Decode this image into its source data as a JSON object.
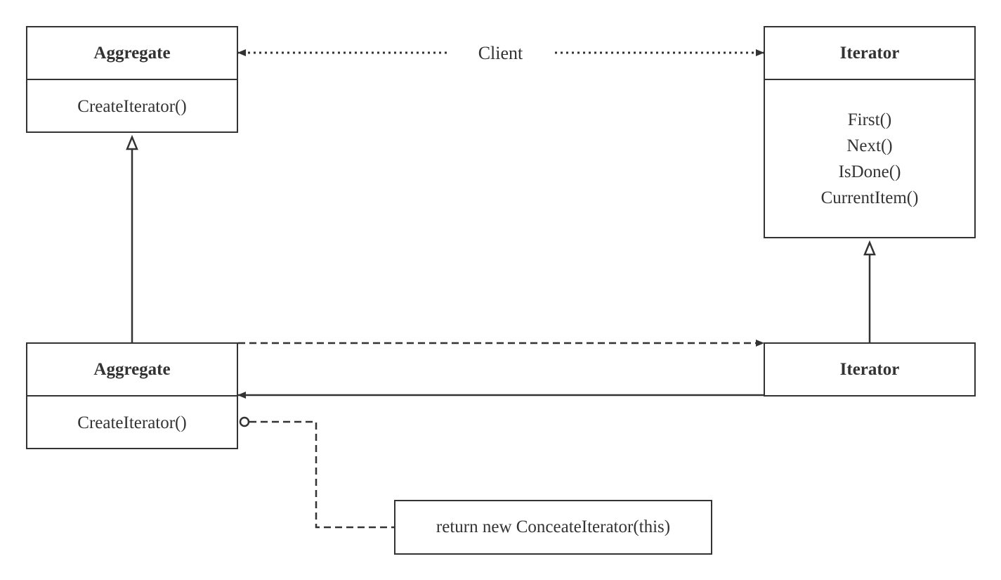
{
  "diagram": {
    "client_label": "Client",
    "aggregate_abstract": {
      "name": "Aggregate",
      "methods": [
        "CreateIterator()"
      ]
    },
    "iterator_abstract": {
      "name": "Iterator",
      "methods": [
        "First()",
        "Next()",
        "IsDone()",
        "CurrentItem()"
      ]
    },
    "aggregate_concrete": {
      "name": "Aggregate",
      "methods": [
        "CreateIterator()"
      ]
    },
    "iterator_concrete": {
      "name": "Iterator"
    },
    "note": "return new ConceateIterator(this)"
  },
  "colors": {
    "stroke": "#333333",
    "background": "#ffffff"
  }
}
